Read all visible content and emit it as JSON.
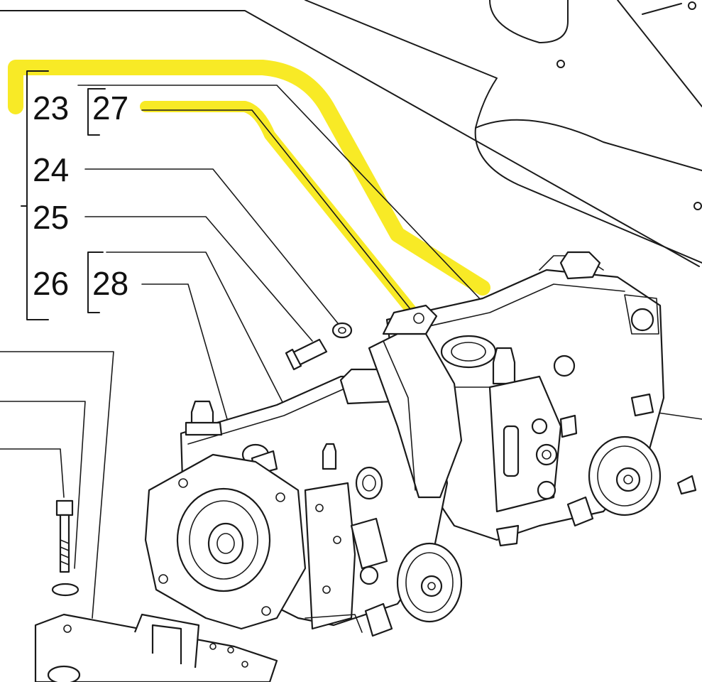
{
  "callouts": {
    "c23": "23",
    "c24": "24",
    "c25": "25",
    "c26": "26",
    "c27": "27",
    "c28": "28"
  },
  "colors": {
    "highlight": "#f7e600",
    "line": "#1a1a1a",
    "background": "#ffffff"
  }
}
